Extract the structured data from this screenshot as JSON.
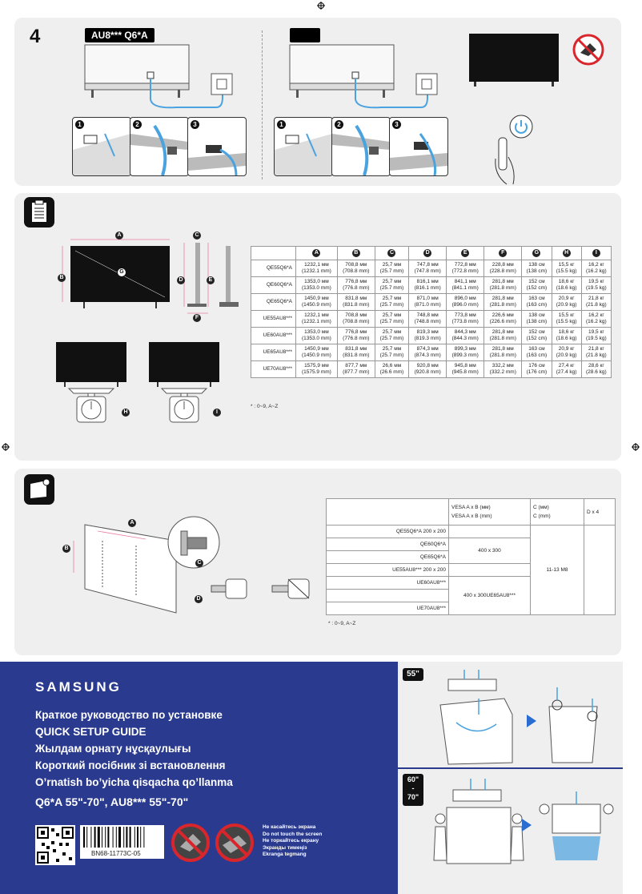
{
  "step": {
    "number": "4",
    "model_tag_left": "AU8*** Q6*A",
    "model_tag_right": ""
  },
  "steps": {
    "s1": "1",
    "s2": "2",
    "s3": "3"
  },
  "dimension_letters": {
    "a": "A",
    "b": "B",
    "c": "C",
    "d": "D",
    "e": "E",
    "f": "F",
    "g": "G",
    "h": "H",
    "i": "I"
  },
  "dim_table": {
    "headers": [
      "A",
      "B",
      "C",
      "D",
      "E",
      "F",
      "G",
      "H",
      "I"
    ],
    "rows": [
      {
        "model": "QE55Q6*A",
        "cells": [
          [
            "1232,1 мм",
            "(1232.1 mm)"
          ],
          [
            "708,8 мм",
            "(708.8 mm)"
          ],
          [
            "25,7 мм",
            "(25.7 mm)"
          ],
          [
            "747,8 мм",
            "(747.8 mm)"
          ],
          [
            "772,8 мм",
            "(772.8 mm)"
          ],
          [
            "228,8 мм",
            "(228.8 mm)"
          ],
          [
            "138 см",
            "(138 cm)"
          ],
          [
            "15,5 кг",
            "(15.5 kg)"
          ],
          [
            "16,2 кг",
            "(16.2 kg)"
          ]
        ]
      },
      {
        "model": "QE60Q6*A",
        "cells": [
          [
            "1353,0 мм",
            "(1353.0 mm)"
          ],
          [
            "776,8 мм",
            "(776.8 mm)"
          ],
          [
            "25,7 мм",
            "(25.7 mm)"
          ],
          [
            "816,1 мм",
            "(816.1 mm)"
          ],
          [
            "841,1 мм",
            "(841.1 mm)"
          ],
          [
            "281,8 мм",
            "(281.8 mm)"
          ],
          [
            "152 см",
            "(152 cm)"
          ],
          [
            "18,6 кг",
            "(18.6 kg)"
          ],
          [
            "19,5 кг",
            "(19.5 kg)"
          ]
        ]
      },
      {
        "model": "QE65Q6*A",
        "cells": [
          [
            "1450,9 мм",
            "(1450.9 mm)"
          ],
          [
            "831,8 мм",
            "(831.8 mm)"
          ],
          [
            "25,7 мм",
            "(25.7 mm)"
          ],
          [
            "871,0 мм",
            "(871.0 mm)"
          ],
          [
            "896,0 мм",
            "(896.0 mm)"
          ],
          [
            "281,8 мм",
            "(281.8 mm)"
          ],
          [
            "163 см",
            "(163 cm)"
          ],
          [
            "20,9 кг",
            "(20.9 kg)"
          ],
          [
            "21,8 кг",
            "(21.8 kg)"
          ]
        ]
      },
      {
        "model": "UE55AU8***",
        "cells": [
          [
            "1232,1 мм",
            "(1232.1 mm)"
          ],
          [
            "708,8 мм",
            "(708.8 mm)"
          ],
          [
            "25,7 мм",
            "(25.7 mm)"
          ],
          [
            "748,8 мм",
            "(748.8 mm)"
          ],
          [
            "773,8 мм",
            "(773.8 mm)"
          ],
          [
            "226,6 мм",
            "(226.6 mm)"
          ],
          [
            "138 см",
            "(138 cm)"
          ],
          [
            "15,5 кг",
            "(15.5 kg)"
          ],
          [
            "16,2 кг",
            "(16.2 kg)"
          ]
        ]
      },
      {
        "model": "UE60AU8***",
        "cells": [
          [
            "1353,0 мм",
            "(1353.0 mm)"
          ],
          [
            "776,8 мм",
            "(776.8 mm)"
          ],
          [
            "25,7 мм",
            "(25.7 mm)"
          ],
          [
            "819,3 мм",
            "(819.3 mm)"
          ],
          [
            "844,3 мм",
            "(844.3 mm)"
          ],
          [
            "281,8 мм",
            "(281.8 mm)"
          ],
          [
            "152 см",
            "(152 cm)"
          ],
          [
            "18,6 кг",
            "(18.6 kg)"
          ],
          [
            "19,5 кг",
            "(19.5 kg)"
          ]
        ]
      },
      {
        "model": "UE65AU8***",
        "cells": [
          [
            "1450,9 мм",
            "(1450.9 mm)"
          ],
          [
            "831,8 мм",
            "(831.8 mm)"
          ],
          [
            "25,7 мм",
            "(25.7 mm)"
          ],
          [
            "874,3 мм",
            "(874.3 mm)"
          ],
          [
            "899,3 мм",
            "(899.3 mm)"
          ],
          [
            "281,8 мм",
            "(281.8 mm)"
          ],
          [
            "163 см",
            "(163 cm)"
          ],
          [
            "20,9 кг",
            "(20.9 kg)"
          ],
          [
            "21,8 кг",
            "(21.8 kg)"
          ]
        ]
      },
      {
        "model": "UE70AU8***",
        "cells": [
          [
            "1575,9 мм",
            "(1575.9 mm)"
          ],
          [
            "877,7 мм",
            "(877.7 mm)"
          ],
          [
            "26,6 мм",
            "(26.6 mm)"
          ],
          [
            "920,8 мм",
            "(920.8 mm)"
          ],
          [
            "945,8 мм",
            "(945.8 mm)"
          ],
          [
            "332,2 мм",
            "(332.2 mm)"
          ],
          [
            "176 см",
            "(176 cm)"
          ],
          [
            "27,4 кг",
            "(27.4 kg)"
          ],
          [
            "28,6 кг",
            "(28.6 kg)"
          ]
        ]
      }
    ],
    "footnote": "* : 0~9, A~Z"
  },
  "vesa_table": {
    "header_vesa_1": "VESA A x B (мм)",
    "header_vesa_2": "VESA A x B (mm)",
    "header_c_1": "C (мм)",
    "header_c_2": "C (mm)",
    "header_d": "D x 4",
    "rows": [
      "QE55Q6*A 200 x 200",
      "QE60Q6*A",
      "QE65Q6*A",
      "UE55AU8*** 200 x 200",
      "UE60AU8***",
      "",
      "UE70AU8***"
    ],
    "vesa_400": "400 x 300",
    "vesa_400_ue": "400 x 300UE65AU8***",
    "screw": "11-13 M8",
    "footnote": "* : 0~9, A~Z"
  },
  "cover": {
    "brand": "SAMSUNG",
    "titles": [
      "Краткое руководство по установке",
      "QUICK SETUP GUIDE",
      "Жылдам орнату нұсқаулығы",
      "Короткий посібник зі встановлення",
      "O’rnatish bo’yicha qisqacha qo’llanma"
    ],
    "models": "Q6*A 55\"-70\", AU8*** 55\"-70\"",
    "code": "BN68-11773C-05",
    "warnings": [
      "Не касайтесь экрана",
      "Do not touch the screen",
      "Не торкайтесь екрану",
      "Экранды тимеңіз",
      "Ekranga tegmang"
    ]
  },
  "unboxing": {
    "size_small": "55\"",
    "size_large_top": "60\"",
    "size_large_mid": "-",
    "size_large_bot": "70\""
  }
}
